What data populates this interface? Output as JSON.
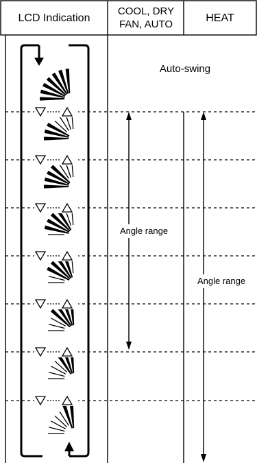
{
  "header": {
    "col1": "LCD Indication",
    "col2_line1": "COOL, DRY",
    "col2_line2": "FAN, AUTO",
    "col3": "HEAT"
  },
  "auto_swing_label": "Auto-swing",
  "cool_range_label": "Angle range",
  "heat_range_label": "Angle range",
  "swing_step_icons": [
    "vane-up-left",
    "vane-up",
    "vane-mid-up",
    "vane-mid",
    "vane-mid-down",
    "vane-down",
    "vane-down-right"
  ]
}
